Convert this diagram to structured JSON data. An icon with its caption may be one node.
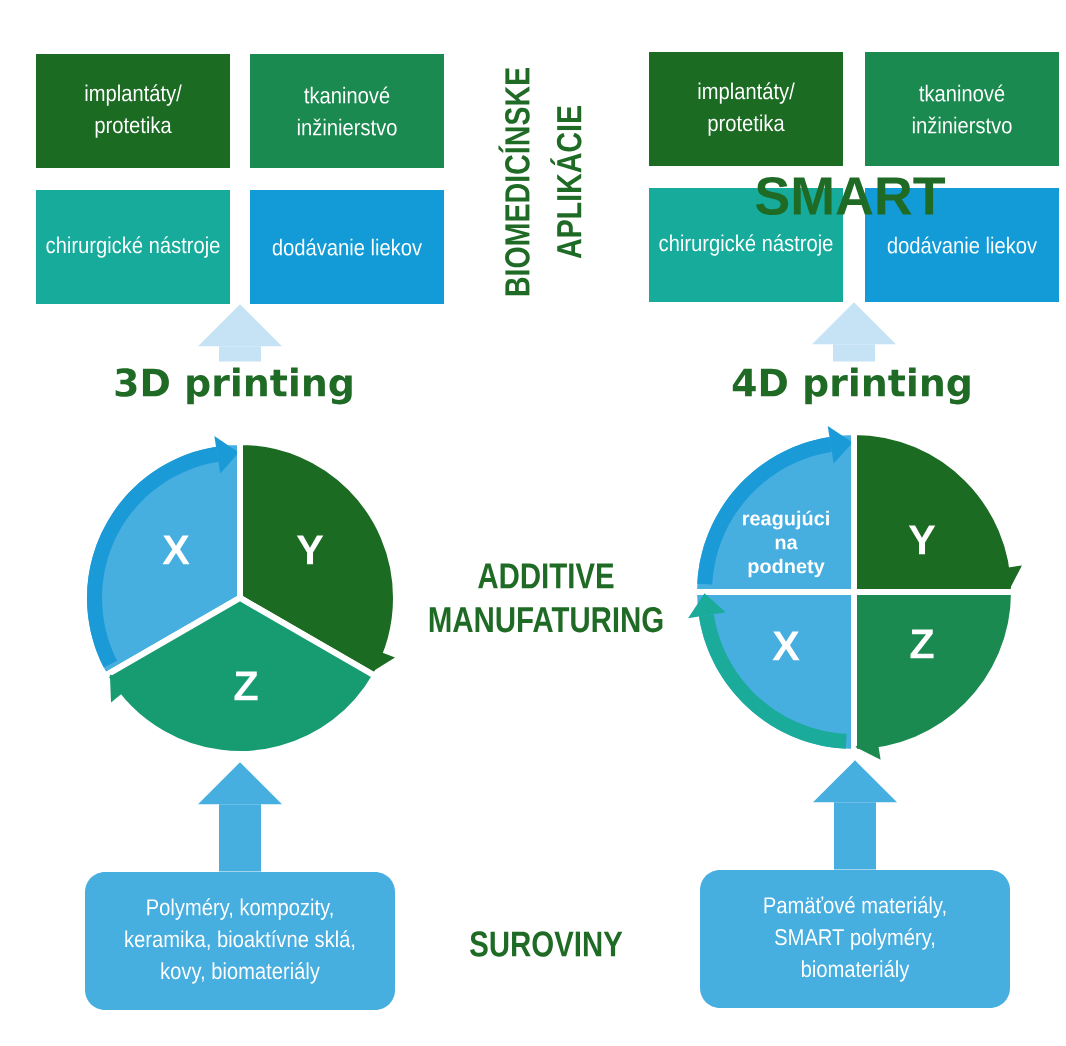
{
  "diagram": {
    "nodes": [
      {
        "text": [
          "implantáty/ protetika"
        ]
      },
      {
        "text": [
          "tkaninové inžinierstvo"
        ]
      },
      {
        "text": [
          "chirurgické nástroje"
        ]
      },
      {
        "text": [
          "dodávanie liekov"
        ]
      },
      {
        "text": [
          "implantáty/ protetika"
        ]
      },
      {
        "text": [
          "tkaninové inžinierstvo"
        ]
      },
      {
        "text": [
          "chirurgické nástroje"
        ]
      },
      {
        "text": [
          "dodávanie liekov"
        ]
      },
      {
        "text": [
          "3D printing"
        ]
      },
      {
        "text": [
          "X"
        ],
        "in": 8
      },
      {
        "text": [
          "Y"
        ],
        "in": 8
      },
      {
        "text": [
          "Z"
        ],
        "in": 8
      },
      {
        "text": [
          "4D printing"
        ]
      },
      {
        "text": [
          "reagujúci na podnety"
        ],
        "in": 12
      },
      {
        "text": [
          "Y"
        ],
        "in": 12
      },
      {
        "text": [
          "X"
        ],
        "in": 12
      },
      {
        "text": [
          "Z"
        ],
        "in": 12
      },
      {
        "text": [
          "Polyméry, kompozity, keramika, bioaktívne sklá, kovy, biomateriály"
        ]
      },
      {
        "text": [
          "Pamäťové materiály, SMART polyméry, biomateriály"
        ]
      }
    ],
    "edges": [
      {
        "from": 8,
        "to": 2,
        "arrow": "to"
      },
      {
        "from": 8,
        "to": 3,
        "arrow": "to"
      },
      {
        "from": 12,
        "to": 6,
        "arrow": "to"
      },
      {
        "from": 12,
        "to": 7,
        "arrow": "to"
      },
      {
        "from": 17,
        "to": 8,
        "arrow": "to",
        "color": "#47aee0"
      },
      {
        "from": 18,
        "to": 12,
        "arrow": "to",
        "color": "#47aee0"
      }
    ],
    "labels": [
      "BIOMEDICÍNSKE APLIKÁCIE",
      "SMART",
      "ADDITIVE MANUFATURING",
      "SUROVINY"
    ]
  }
}
